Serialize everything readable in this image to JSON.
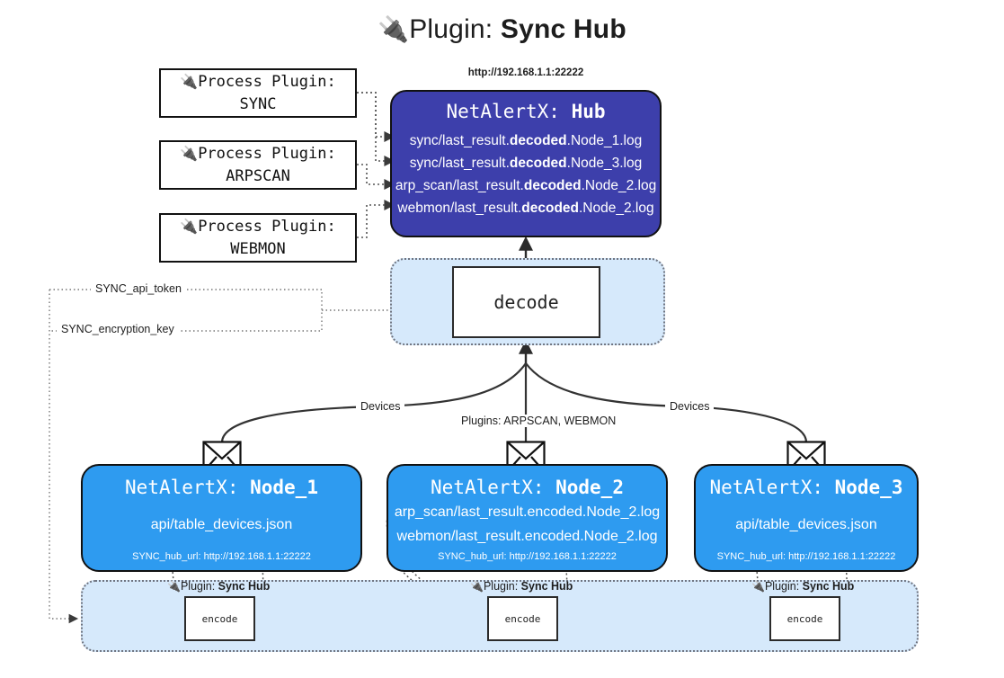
{
  "title": {
    "icon": "plug-icon",
    "icon_glyph": "🔌",
    "lead": "Plugin: ",
    "strong": "Sync Hub"
  },
  "process_plugins": [
    {
      "icon_glyph": "🔌",
      "line1": "Process Plugin:",
      "line2": "SYNC"
    },
    {
      "icon_glyph": "🔌",
      "line1": "Process Plugin:",
      "line2": "ARPSCAN"
    },
    {
      "icon_glyph": "🔌",
      "line1": "Process Plugin:",
      "line2": "WEBMON"
    }
  ],
  "hub": {
    "url": "http://192.168.1.1:22222",
    "title_prefix": "NetAlertX: ",
    "title_name": "Hub",
    "logs": [
      {
        "pre": "sync/last_result.",
        "mid": "decoded",
        "post": ".Node_1.log"
      },
      {
        "pre": "sync/last_result.",
        "mid": "decoded",
        "post": ".Node_3.log"
      },
      {
        "pre": "arp_scan/last_result.",
        "mid": "decoded",
        "post": ".Node_2.log"
      },
      {
        "pre": "webmon/last_result.",
        "mid": "decoded",
        "post": ".Node_2.log"
      }
    ]
  },
  "decode": {
    "label": "decode"
  },
  "secrets": [
    {
      "label": "SYNC_api_token"
    },
    {
      "label": "SYNC_encryption_key"
    }
  ],
  "wire_labels": {
    "devices_left": "Devices",
    "devices_right": "Devices",
    "plugins_center": "Plugins: ARPSCAN, WEBMON"
  },
  "nodes": [
    {
      "title_prefix": "NetAlertX: ",
      "title_name": "Node_1",
      "lines": [
        "api/table_devices.json"
      ],
      "footer": "SYNC_hub_url: http://192.168.1.1:22222",
      "envelope_icon": "envelope-icon"
    },
    {
      "title_prefix": "NetAlertX: ",
      "title_name": "Node_2",
      "lines": [
        "arp_scan/last_result.encoded.Node_2.log",
        "webmon/last_result.encoded.Node_2.log"
      ],
      "footer": "SYNC_hub_url: http://192.168.1.1:22222",
      "envelope_icon": "envelope-icon"
    },
    {
      "title_prefix": "NetAlertX: ",
      "title_name": "Node_3",
      "lines": [
        "api/table_devices.json"
      ],
      "footer": "SYNC_hub_url: http://192.168.1.1:22222",
      "envelope_icon": "envelope-icon"
    }
  ],
  "encoders": [
    {
      "caption_icon": "🔌",
      "caption_lead": "Plugin: ",
      "caption_strong": "Sync Hub",
      "label": "encode"
    },
    {
      "caption_icon": "🔌",
      "caption_lead": "Plugin: ",
      "caption_strong": "Sync Hub",
      "label": "encode"
    },
    {
      "caption_icon": "🔌",
      "caption_lead": "Plugin: ",
      "caption_strong": "Sync Hub",
      "label": "encode"
    }
  ],
  "colors": {
    "hub_fill": "#3d3fab",
    "node_fill": "#2e9bf0",
    "container_fill": "#d6e9fb",
    "stroke": "#111111",
    "dotted_stroke": "#6f7480"
  }
}
